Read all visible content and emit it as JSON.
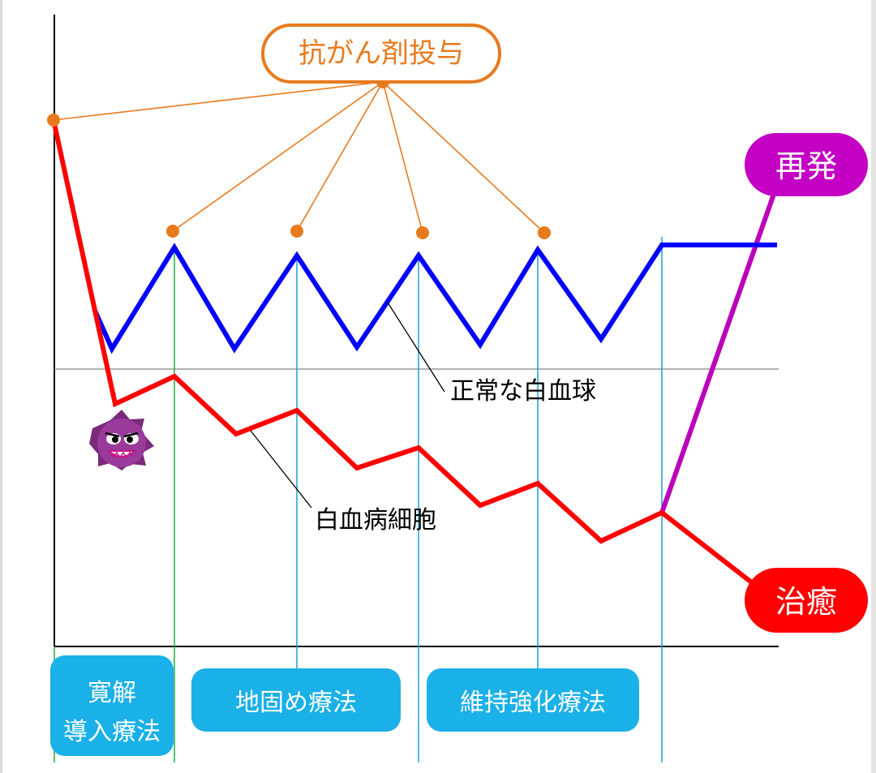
{
  "labels": {
    "drug": "抗がん剤投与",
    "relapse": "再発",
    "cure": "治癒",
    "normal_wbc": "正常な白血球",
    "leukemia_cells": "白血病細胞"
  },
  "phases": [
    {
      "line1": "寛解",
      "line2": "導入療法"
    },
    {
      "label": "地固め療法"
    },
    {
      "label": "維持強化療法"
    }
  ],
  "colors": {
    "leukemia": "#ff0000",
    "normal": "#0000ff",
    "relapse": "#bb00bb",
    "drug": "#e87a1e",
    "phase_box": "#1ab0e8",
    "cure_badge": "#ff0000",
    "relapse_badge": "#c400c4"
  },
  "mascot": "purple-virus-character-icon"
}
